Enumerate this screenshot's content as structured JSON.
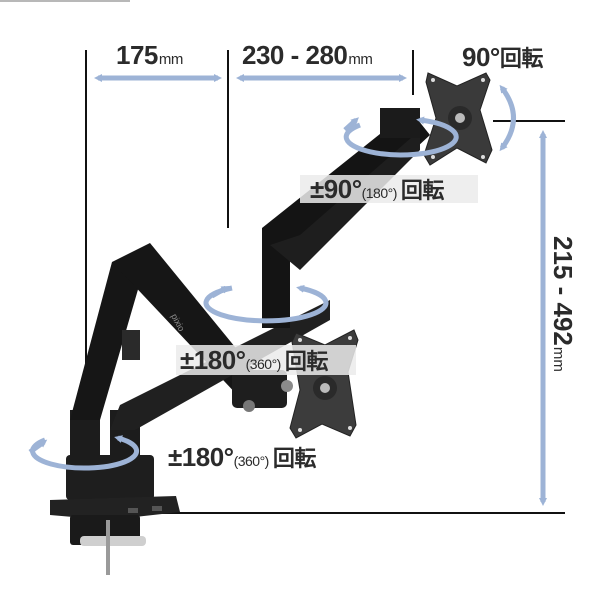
{
  "diagram": {
    "subject": "dual monitor arm",
    "brand_mark": "Pixio",
    "dimensions": {
      "base_to_elbow": {
        "value": "175",
        "unit": "mm"
      },
      "forearm_reach": {
        "value": "230 - 280",
        "unit": "mm"
      },
      "height_range": {
        "value": "215 - 492",
        "unit": "mm"
      }
    },
    "rotations": {
      "vesa_plate": {
        "angle": "90°",
        "suffix": "回転"
      },
      "tilt_joint": {
        "prefix": "±",
        "angle": "90°",
        "paren": "(180°)",
        "suffix": "回転"
      },
      "middle_joint": {
        "prefix": "±",
        "angle": "180°",
        "paren": "(360°)",
        "suffix": "回転"
      },
      "base_joint": {
        "prefix": "±",
        "angle": "180°",
        "paren": "(360°)",
        "suffix": "回転"
      }
    },
    "colors": {
      "arrow": "#9db3d6",
      "arm": "#1c1c1c",
      "plate": "#3a3a3a",
      "guide_line": "#111111",
      "text": "#2b2b2b"
    }
  }
}
